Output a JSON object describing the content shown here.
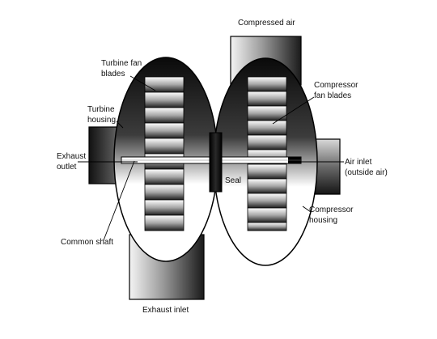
{
  "diagram": {
    "labels": {
      "compressed_air": "Compressed air",
      "turbine_fan_blades_1": "Turbine fan",
      "turbine_fan_blades_2": "blades",
      "turbine_housing_1": "Turbine",
      "turbine_housing_2": "housing",
      "exhaust_outlet_1": "Exhaust",
      "exhaust_outlet_2": "outlet",
      "compressor_fan_blades_1": "Compressor",
      "compressor_fan_blades_2": "fan blades",
      "air_inlet_1": "Air inlet",
      "air_inlet_2": "(outside air)",
      "seal": "Seal",
      "compressor_housing_1": "Compressor",
      "compressor_housing_2": "housing",
      "common_shaft": "Common shaft",
      "exhaust_inlet": "Exhaust inlet"
    }
  }
}
